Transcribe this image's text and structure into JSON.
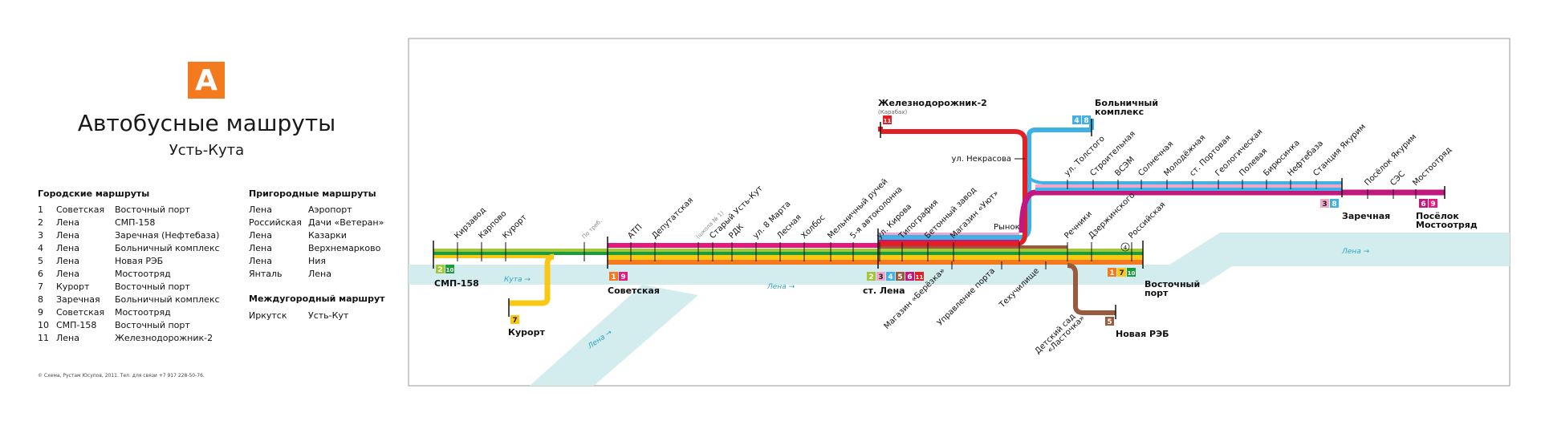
{
  "header": {
    "logo_letter": "А",
    "title": "Автобусные машруты",
    "subtitle": "Усть-Кута"
  },
  "city": {
    "heading": "Городские маршруты",
    "routes": [
      {
        "num": "1",
        "from": "Советская",
        "to": "Восточный порт"
      },
      {
        "num": "2",
        "from": "Лена",
        "to": "СМП-158"
      },
      {
        "num": "3",
        "from": "Лена",
        "to": "Заречная (Нефтебаза)"
      },
      {
        "num": "4",
        "from": "Лена",
        "to": "Больничный комплекс"
      },
      {
        "num": "5",
        "from": "Лена",
        "to": "Новая РЭБ"
      },
      {
        "num": "6",
        "from": "Лена",
        "to": "Мостоотряд"
      },
      {
        "num": "7",
        "from": "Курорт",
        "to": "Восточный порт"
      },
      {
        "num": "8",
        "from": "Заречная",
        "to": "Больничный комплекс"
      },
      {
        "num": "9",
        "from": "Советская",
        "to": "Мостоотряд"
      },
      {
        "num": "10",
        "from": "СМП-158",
        "to": "Восточный порт"
      },
      {
        "num": "11",
        "from": "Лена",
        "to": "Железнодорожник-2"
      }
    ]
  },
  "suburban": {
    "heading": "Пригородные маршруты",
    "routes": [
      {
        "from": "Лена",
        "to": "Аэропорт"
      },
      {
        "from": "Российская",
        "to": "Дачи «Ветеран»"
      },
      {
        "from": "Лена",
        "to": "Казарки"
      },
      {
        "from": "Лена",
        "to": "Верхнемарково"
      },
      {
        "from": "Лена",
        "to": "Ния"
      },
      {
        "from": "Янталь",
        "to": "Лена"
      }
    ]
  },
  "intercity": {
    "heading": "Междугородный маршрут",
    "routes": [
      {
        "from": "Иркутск",
        "to": "Усть-Кут"
      }
    ]
  },
  "copyright": "© Схема, Рустам Юсупов, 2011. Тел. для связи +7 917 228-50-76.",
  "map": {
    "colors": {
      "r1": "#f47a20",
      "r2": "#a4c639",
      "r3": "#f4a6c8",
      "r4": "#3fb1e5",
      "r5": "#9a5a3c",
      "r6": "#c2177e",
      "r7": "#f9c814",
      "r8": "#3fb1e5",
      "r9": "#e6197e",
      "r10": "#1b9c3c",
      "r11": "#e31e24",
      "river": "#d3ecee"
    },
    "rivers": [
      "Кута",
      "Лена",
      "Лена",
      "Лена"
    ],
    "main_stops": [
      "Кирзавод",
      "Карпово",
      "Курорт",
      "По треб.",
      "АТП",
      "Депутатская",
      "(школа № 1)",
      "Старый Усть-Кут",
      "РДК",
      "ул. 8 Марта",
      "Лесная",
      "Холбос",
      "Мельничный ручей",
      "5-я автоколонна",
      "ул. Кирова",
      "Типография",
      "Бетонный завод",
      "Магазин «Уют»",
      "Рынок",
      "Речники",
      "Дзержинского",
      "Российская"
    ],
    "lower_stops": [
      "Магазин «Берёзка»",
      "Управление порта",
      "Техучилище"
    ],
    "upper_stops": [
      "ул. Толстого",
      "Строительная",
      "ВСЭМ",
      "Солнечная",
      "Молодёжная",
      "ст. Портовая",
      "Геологическая",
      "Полевая",
      "Бирюсинка",
      "Нефтебаза",
      "Станция Якурим",
      "Посёлок Якурим",
      "СЭС",
      "Мостоотряд"
    ],
    "stop_nekrasova": "ул. Некрасова",
    "stop_detsad": [
      "Детский сад",
      "«Ласточка»"
    ],
    "stop_sym": "4",
    "terminals": [
      {
        "name": [
          "СМП-158"
        ],
        "badges": [
          "2",
          "10"
        ]
      },
      {
        "name": [
          "Курорт"
        ],
        "badges": [
          "7"
        ]
      },
      {
        "name": [
          "Советская"
        ],
        "badges": [
          "1",
          "9"
        ]
      },
      {
        "name": [
          "ст. Лена"
        ],
        "badges": [
          "2",
          "3",
          "4",
          "5",
          "6",
          "11"
        ]
      },
      {
        "name": [
          "Восточный",
          "порт"
        ],
        "badges": [
          "1",
          "7",
          "10"
        ]
      },
      {
        "name": [
          "Новая РЭБ"
        ],
        "badges": [
          "5"
        ]
      },
      {
        "name": [
          "Железнодорожник-2"
        ],
        "sub": "(Карабах)",
        "badges": [
          "11"
        ]
      },
      {
        "name": [
          "Больничный",
          "комплекс"
        ],
        "badges": [
          "4",
          "8"
        ]
      },
      {
        "name": [
          "Заречная"
        ],
        "badges": [
          "3",
          "8"
        ]
      },
      {
        "name": [
          "Посёлок",
          "Мостоотряд"
        ],
        "badges": [
          "6",
          "9"
        ]
      }
    ]
  }
}
